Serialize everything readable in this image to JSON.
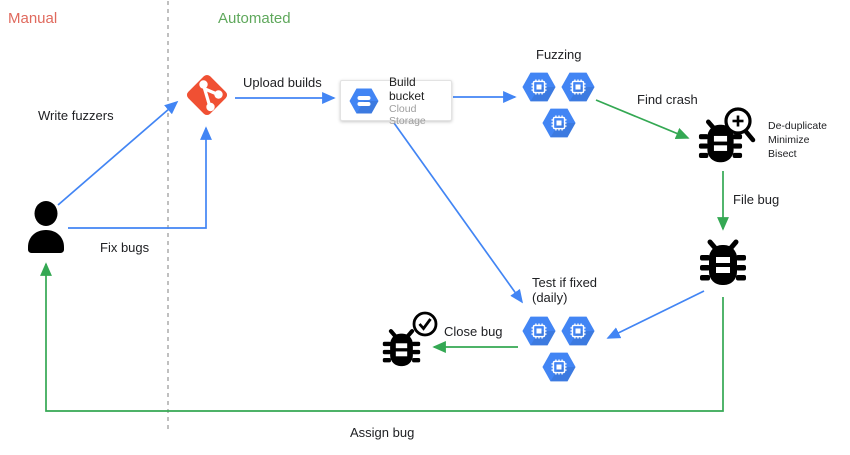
{
  "zones": {
    "manual_label": "Manual",
    "automated_label": "Automated"
  },
  "labels": {
    "write_fuzzers": "Write fuzzers",
    "fix_bugs": "Fix bugs",
    "upload_builds": "Upload builds",
    "fuzzing": "Fuzzing",
    "find_crash": "Find crash",
    "dedup_line1": "De-duplicate",
    "dedup_line2": "Minimize",
    "dedup_line3": "Bisect",
    "file_bug": "File bug",
    "test_if_fixed_line1": "Test if fixed",
    "test_if_fixed_line2": "(daily)",
    "close_bug": "Close bug",
    "assign_bug": "Assign bug"
  },
  "build_bucket": {
    "title": "Build bucket",
    "subtitle": "Cloud Storage"
  },
  "icons": {
    "person": "person-silhouette",
    "git": "git-diamond-branch",
    "cloud_storage": "blue-hexagon-bars",
    "compute_node": "blue-hexagon-chip",
    "bug": "black-bug",
    "crash_triage": "bug-with-magnifier-plus",
    "verified_bug": "bug-with-check-circle"
  },
  "colors": {
    "arrow_blue": "#4285F4",
    "arrow_green": "#34A853",
    "manual_text": "#E06A5E",
    "automated_text": "#5FA85C",
    "git_orange": "#F05033",
    "hexagon_blue": "#4285F4",
    "divider_gray": "#A6A6A6",
    "subtitle_gray": "#9E9E9E",
    "text": "#202124"
  }
}
